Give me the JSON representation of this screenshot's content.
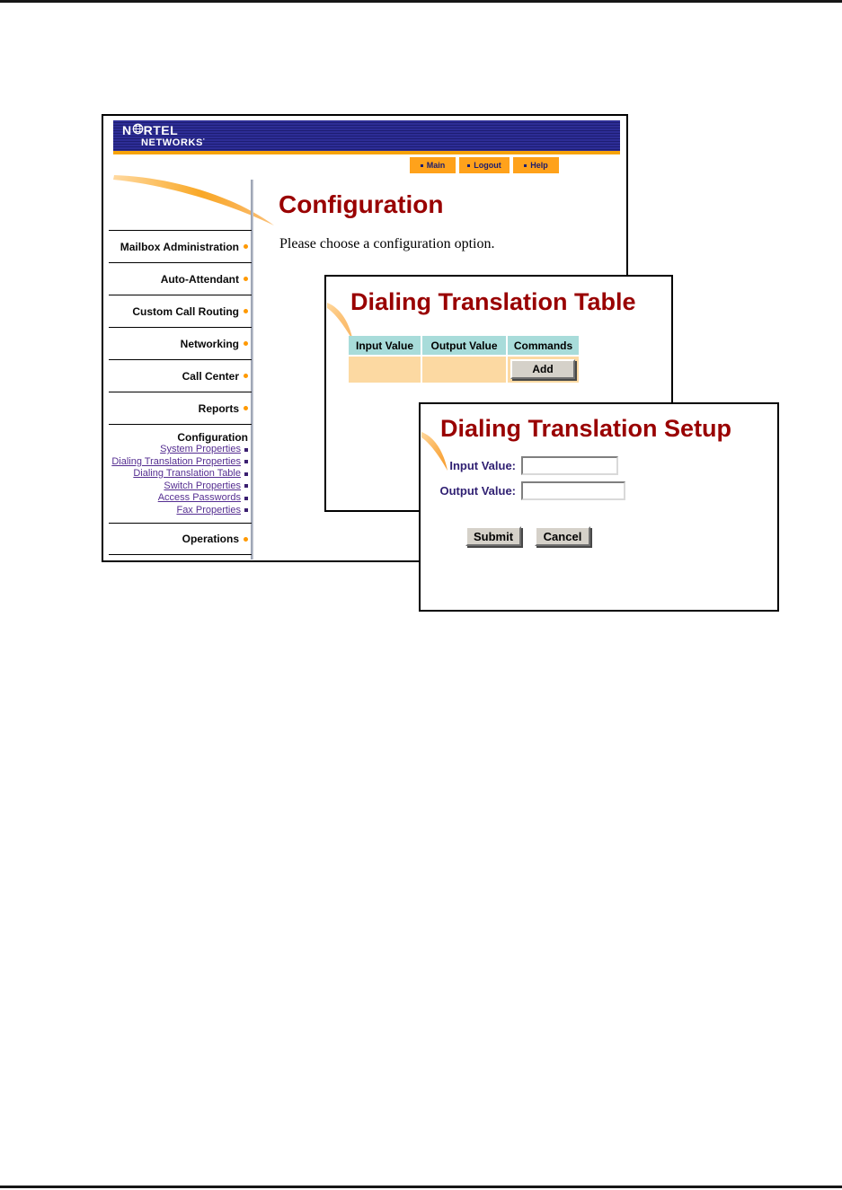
{
  "colors": {
    "banner_navy": "#26268c",
    "accent_orange": "#F7A308",
    "nav_button_orange": "#FFA21B",
    "title_red": "#990000",
    "table_header_cyan": "#A8DCDA",
    "table_row_peach": "#FCD9A2",
    "link_purple": "#552E91",
    "field_label_indigo": "#2f1f72"
  },
  "icons": {
    "globe": "globe-icon in NORTEL logo",
    "sidebar_bullet": "orange-dot",
    "link_bullet": "dark-purple-square",
    "nav_bullet": "navy-square-dot",
    "swoosh": "orange-swoosh-graphic"
  },
  "brand": {
    "line1_prefix": "N",
    "line1_suffix": "RTEL",
    "line2": "NETWORKS",
    "tm": "'"
  },
  "nav": {
    "items": [
      {
        "label": "Main"
      },
      {
        "label": "Logout"
      },
      {
        "label": "Help"
      }
    ]
  },
  "sidebar": {
    "items": [
      {
        "label": "Mailbox Administration"
      },
      {
        "label": "Auto-Attendant"
      },
      {
        "label": "Custom Call Routing"
      },
      {
        "label": "Networking"
      },
      {
        "label": "Call Center"
      },
      {
        "label": "Reports"
      }
    ],
    "config": {
      "header": "Configuration",
      "links": [
        {
          "label": "System Properties"
        },
        {
          "label": "Dialing Translation Properties"
        },
        {
          "label": "Dialing Translation Table"
        },
        {
          "label": "Switch Properties"
        },
        {
          "label": "Access Passwords"
        },
        {
          "label": "Fax Properties"
        }
      ]
    },
    "operations": {
      "label": "Operations"
    }
  },
  "main": {
    "title": "Configuration",
    "subtitle": "Please choose a configuration option."
  },
  "dialing_translation_table": {
    "title": "Dialing Translation Table",
    "columns": [
      {
        "label": "Input Value"
      },
      {
        "label": "Output Value"
      },
      {
        "label": "Commands"
      }
    ],
    "row": {
      "input_value": "",
      "output_value": ""
    },
    "add_button": "Add"
  },
  "dialing_translation_setup": {
    "title": "Dialing Translation Setup",
    "fields": [
      {
        "label": "Input Value:",
        "value": ""
      },
      {
        "label": "Output Value:",
        "value": ""
      }
    ],
    "submit_button": "Submit",
    "cancel_button": "Cancel"
  }
}
